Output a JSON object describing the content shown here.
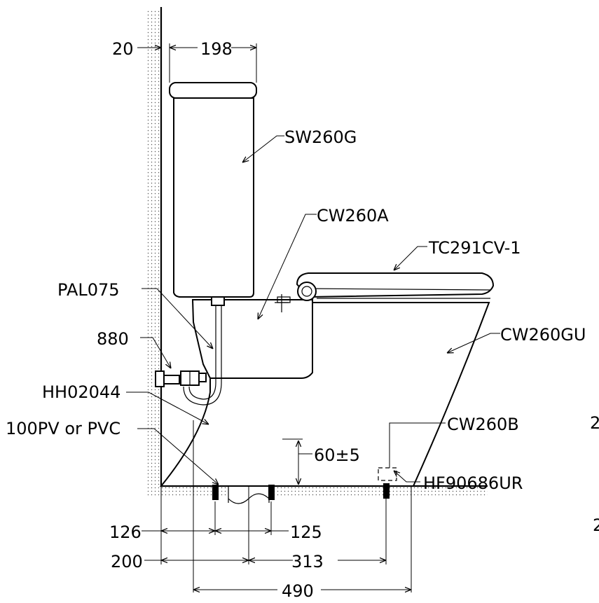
{
  "labels": {
    "sw260g": "SW260G",
    "cw260a": "CW260A",
    "tc291cv1": "TC291CV-1",
    "pal075": "PAL075",
    "n880": "880",
    "cw260gu": "CW260GU",
    "hh02044": "HH02044",
    "pipe": "100PV or PVC",
    "cw260b": "CW260B",
    "hf90686ur": "HF90686UR"
  },
  "dimensions": {
    "d20": "20",
    "d198": "198",
    "d60": "60±5",
    "d126": "126",
    "d125": "125",
    "d200": "200",
    "d313": "313",
    "d490": "490",
    "edge1": "2",
    "edge2": "2"
  }
}
